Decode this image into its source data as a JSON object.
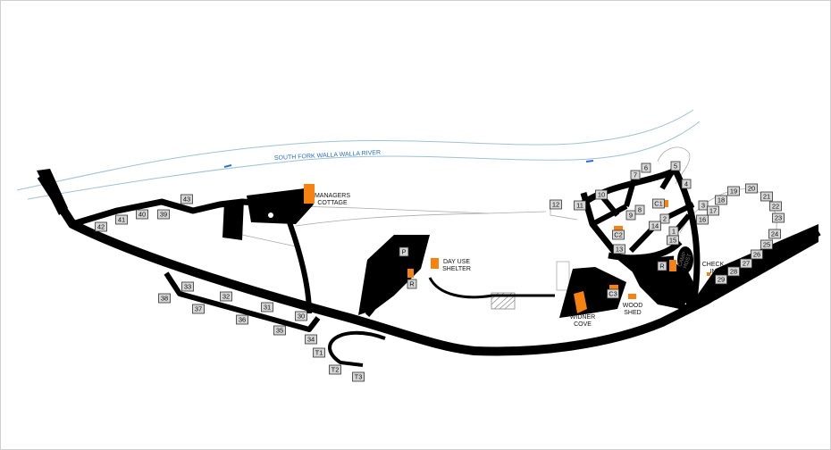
{
  "map": {
    "river_label": "SOUTH FORK WALLA WALLA RIVER",
    "labels": {
      "managers_cottage": [
        "MANAGERS",
        "COTTAGE"
      ],
      "day_use_shelter": [
        "DAY USE",
        "SHELTER"
      ],
      "widner_cove": [
        "WIDNER",
        "COVE"
      ],
      "wood_shed": [
        "WOOD",
        "SHED"
      ],
      "check_in": [
        "CHECK",
        "IN"
      ],
      "camp_host": [
        "CAMP",
        "HOST"
      ],
      "parking": "P"
    },
    "sites": [
      "42",
      "41",
      "40",
      "39",
      "43",
      "33",
      "38",
      "32",
      "37",
      "31",
      "36",
      "30",
      "35",
      "34",
      "T1",
      "T2",
      "T3",
      "12",
      "11",
      "10",
      "7",
      "6",
      "5",
      "4",
      "C1",
      "8",
      "9",
      "3",
      "2",
      "14",
      "1",
      "15",
      "13",
      "C2",
      "R",
      "C3",
      "19",
      "20",
      "21",
      "18",
      "17",
      "16",
      "22",
      "23",
      "24",
      "25",
      "26",
      "27",
      "28",
      "29",
      "R"
    ],
    "colors": {
      "road": "#000000",
      "building": "#f7820f",
      "river": "#9ec3d3",
      "river_label": "#2a6fc9",
      "site_badge": "#d6d6d6"
    }
  }
}
